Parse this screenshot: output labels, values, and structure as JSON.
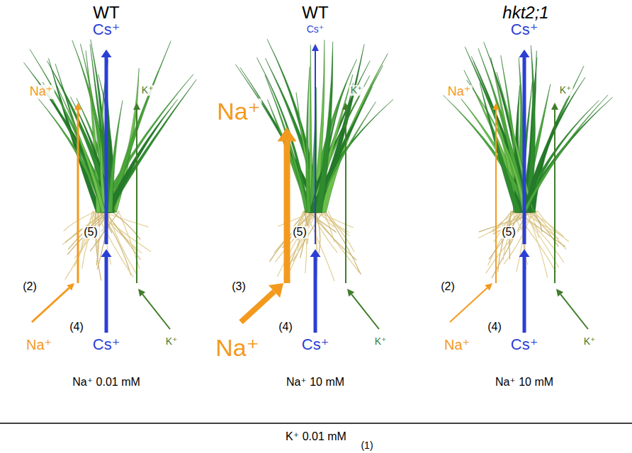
{
  "diagram": {
    "labels": [
      "WT",
      "WT",
      "hkt2;1",
      "Cs⁺",
      "Na⁺",
      "K⁺",
      "(5)",
      "(2)",
      "(4)",
      "Na⁺",
      "Cs⁺",
      "K⁺",
      "Na⁺ 0.01 mM",
      "Cs⁺",
      "Na⁺",
      "K⁺",
      "(5)",
      "(3)",
      "(4)",
      "Na⁺",
      "Cs⁺",
      "K⁺",
      "Na⁺ 10 mM",
      "Cs⁺",
      "Na⁺",
      "K⁺",
      "(5)",
      "(2)",
      "(4)",
      "Na⁺",
      "Cs⁺",
      "K⁺",
      "Na⁺ 10 mM",
      "K⁺ 0.01 mM",
      "(1)"
    ]
  }
}
